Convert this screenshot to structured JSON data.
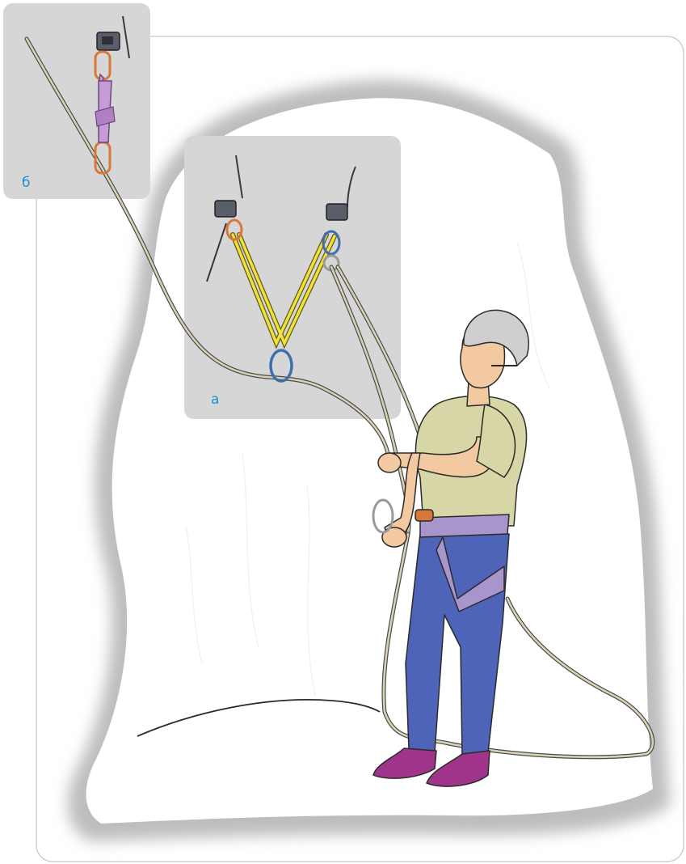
{
  "labels": {
    "inset_a": "а",
    "inset_b": "б"
  },
  "colors": {
    "label": "#1f8fd8",
    "inset_panel": "#d6d6d6",
    "rope": "#d9d2b4",
    "rope_outline": "#4a4a4a",
    "sling_yellow": "#f0e23a",
    "sling_purple": "#c79ad8",
    "shirt": "#d7d6a6",
    "skin": "#f2c9a1",
    "trousers": "#4e64b8",
    "harness": "#a795cc",
    "shoes": "#a0348a",
    "helmet": "#cfcfcf",
    "ice_screw": "#5a5d6a",
    "carabiner_orange": "#d8773a",
    "carabiner_blue": "#3d6fb0"
  },
  "icons": [
    "ice-screw-icon",
    "carabiner-icon",
    "climber-figure",
    "rope-line"
  ]
}
